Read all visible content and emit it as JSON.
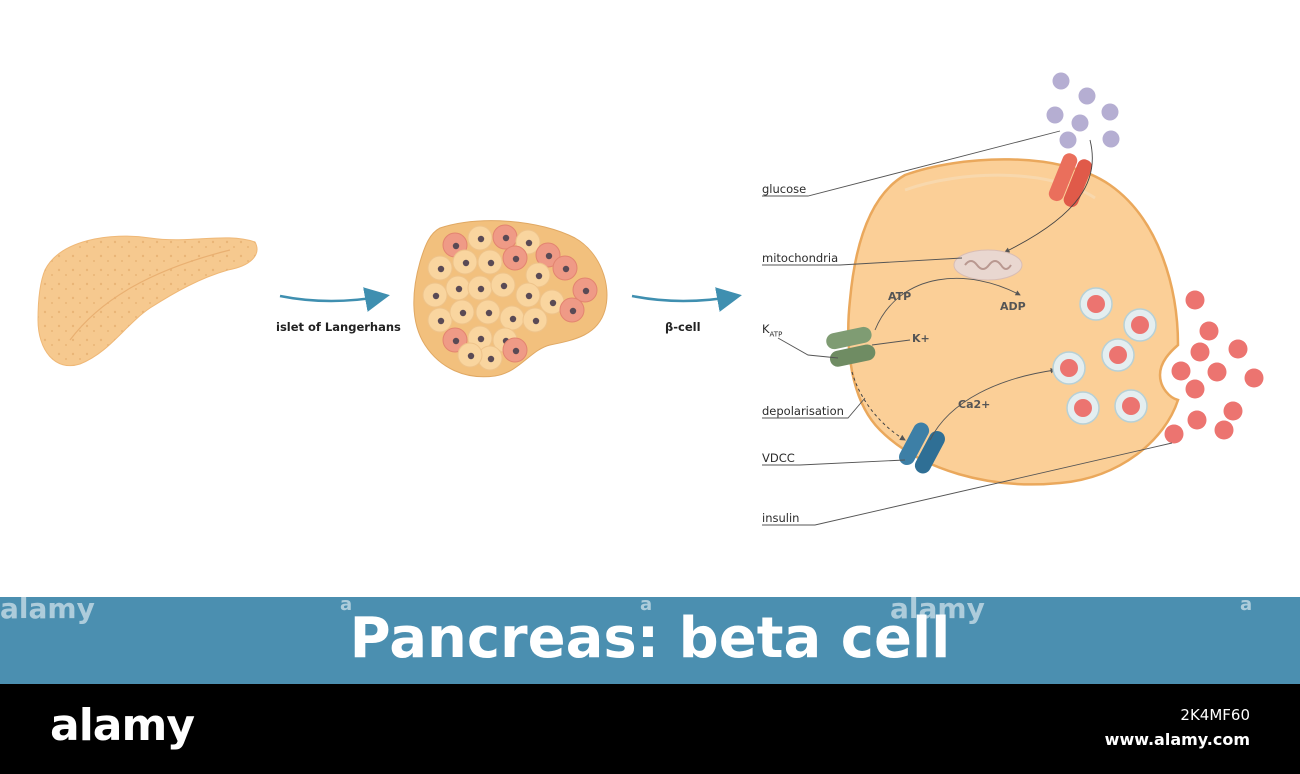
{
  "title": "Pancreas: beta cell",
  "steps": {
    "islet": "islet of Langerhans",
    "bcell": "β-cell"
  },
  "labels": {
    "glucose": "glucose",
    "mitochondria": "mitochondria",
    "katp_main": "K",
    "katp_sub": "ATP",
    "depolarisation": "depolarisation",
    "vdcc": "VDCC",
    "insulin": "insulin"
  },
  "inner_labels": {
    "atp": "ATP",
    "adp": "ADP",
    "kplus": "K+",
    "ca": "Ca2+"
  },
  "watermark": {
    "brand": "alamy",
    "mark": "a"
  },
  "footer": {
    "logo": "alamy",
    "image_id": "2K4MF60",
    "site": "www.alamy.com"
  },
  "colors": {
    "pancreas": "#f6c98f",
    "cell_fill": "#fbcf97",
    "cell_border": "#eaa85c",
    "glucose": "#b5aed2",
    "insulin": "#ec7470",
    "transporter": "#ea6f5c",
    "katp": "#7f9c73",
    "vdcc": "#3d7fa6",
    "arrow": "#3f8fb0",
    "banner": "#4b8fb0"
  }
}
